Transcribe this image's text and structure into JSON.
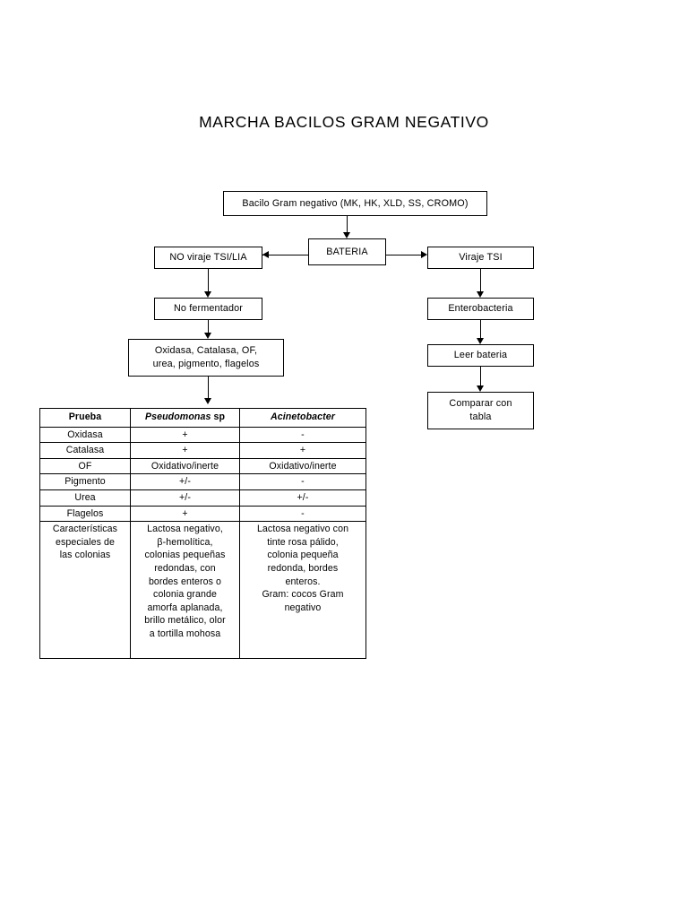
{
  "document": {
    "title": "MARCHA BACILOS GRAM NEGATIVO"
  },
  "flowchart": {
    "nodes": [
      {
        "id": "root",
        "label": "Bacilo Gram negativo (MK, HK, XLD, SS, CROMO)"
      },
      {
        "id": "bateria",
        "label": "BATERIA"
      },
      {
        "id": "noviraje",
        "label": "NO viraje TSI/LIA"
      },
      {
        "id": "viraje",
        "label": "Viraje TSI"
      },
      {
        "id": "nofermenta",
        "label": "No fermentador"
      },
      {
        "id": "entero",
        "label": "Enterobacteria"
      },
      {
        "id": "pruebas",
        "label": "Oxidasa, Catalasa, OF,\nurea, pigmento, flagelos"
      },
      {
        "id": "leer",
        "label": "Leer bateria"
      },
      {
        "id": "comparar",
        "label": "Comparar con\ntabla"
      }
    ]
  },
  "table": {
    "headers": [
      {
        "text": "Prueba",
        "italic": false,
        "suffix": ""
      },
      {
        "text": "Pseudomonas",
        "italic": true,
        "suffix": " sp"
      },
      {
        "text": "Acinetobacter",
        "italic": true,
        "suffix": ""
      }
    ],
    "header_prueba": "Prueba",
    "header_pseudomonas": "Pseudomonas",
    "header_pseudomonas_suffix": " sp",
    "header_acinetobacter": "Acinetobacter",
    "rows": [
      {
        "prueba": "Oxidasa",
        "pseudomonas": "+",
        "acinetobacter": "-"
      },
      {
        "prueba": "Catalasa",
        "pseudomonas": "+",
        "acinetobacter": "+"
      },
      {
        "prueba": "OF",
        "pseudomonas": "Oxidativo/inerte",
        "acinetobacter": "Oxidativo/inerte"
      },
      {
        "prueba": "Pigmento",
        "pseudomonas": "+/-",
        "acinetobacter": "-"
      },
      {
        "prueba": "Urea",
        "pseudomonas": "+/-",
        "acinetobacter": "+/-"
      },
      {
        "prueba": "Flagelos",
        "pseudomonas": "+",
        "acinetobacter": "-"
      }
    ],
    "last_row": {
      "prueba": "Características\nespeciales de\nlas colonias",
      "pseudomonas": "Lactosa negativo,\nβ-hemolítica,\ncolonias pequeñas\nredondas, con\nbordes enteros o\ncolonia grande\namorfa aplanada,\nbrillo metálico, olor\na tortilla mohosa",
      "acinetobacter": "Lactosa negativo con\ntinte rosa pálido,\ncolonia pequeña\nredonda, bordes\nenteros.\nGram: cocos Gram\nnegativo"
    }
  },
  "colors": {
    "ink": "#000000",
    "paper": "#ffffff"
  }
}
